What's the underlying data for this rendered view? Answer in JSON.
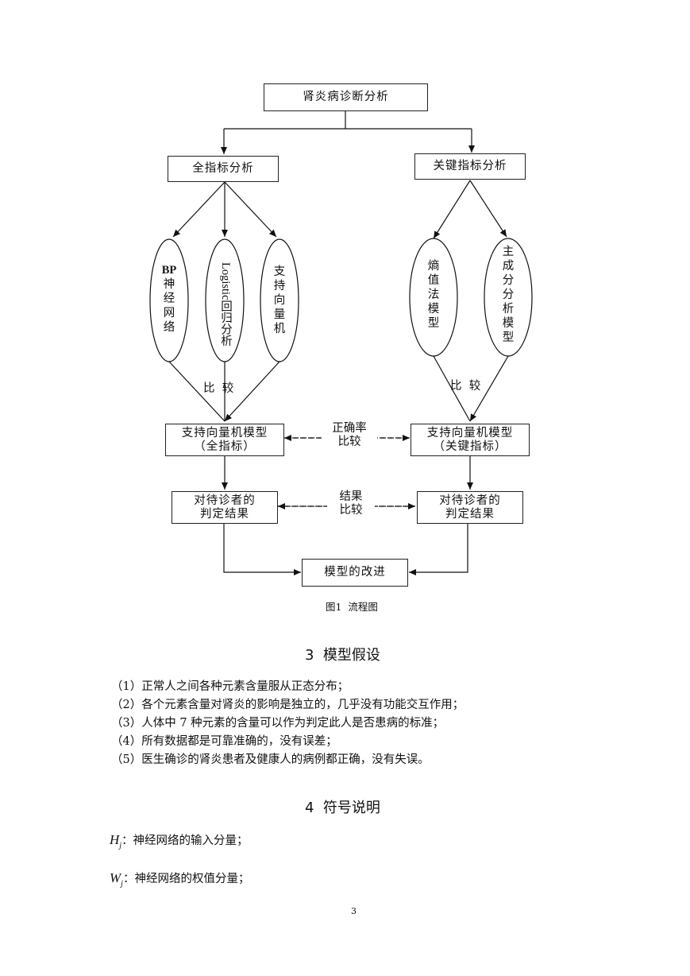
{
  "flowchart": {
    "root": "肾炎病诊断分析",
    "left_branch": "全指标分析",
    "right_branch": "关键指标分析",
    "left_methods": {
      "bp": [
        "BP",
        "神",
        "经",
        "网",
        "络"
      ],
      "logistic": "Logistic回归分析",
      "svm": [
        "支",
        "持",
        "向",
        "量",
        "机"
      ]
    },
    "right_methods": {
      "entropy": [
        "熵",
        "值",
        "法",
        "模",
        "型"
      ],
      "pca": [
        "主",
        "成",
        "分",
        "分",
        "析",
        "模",
        "型"
      ]
    },
    "compare_label": "比  较",
    "left_svm_model": [
      "支持向量机模型",
      "（全指标）"
    ],
    "right_svm_model": [
      "支持向量机模型",
      "（关键指标）"
    ],
    "accuracy_compare": [
      "正确率",
      "比较"
    ],
    "left_result": [
      "对待诊者的",
      "判定结果"
    ],
    "right_result": [
      "对待诊者的",
      "判定结果"
    ],
    "result_compare": [
      "结果",
      "比较"
    ],
    "improve": "模型的改进"
  },
  "figure_caption": "图1  流程图",
  "section3": {
    "title": "3  模型假设",
    "items": [
      "（1）正常人之间各种元素含量服从正态分布；",
      "（2）各个元素含量对肾炎的影响是独立的，几乎没有功能交互作用；",
      "（3）人体中 7 种元素的含量可以作为判定此人是否患病的标准；",
      "（4）所有数据都是可靠准确的，没有误差；",
      "（5）医生确诊的肾炎患者及健康人的病例都正确，没有失误。"
    ]
  },
  "section4": {
    "title": "4  符号说明",
    "symbols": [
      {
        "symbol": "H",
        "subscript": "j",
        "desc": "：神经网络的输入分量；"
      },
      {
        "symbol": "W",
        "subscript": "j",
        "desc": "：神经网络的权值分量；"
      }
    ]
  },
  "page_number": "3"
}
